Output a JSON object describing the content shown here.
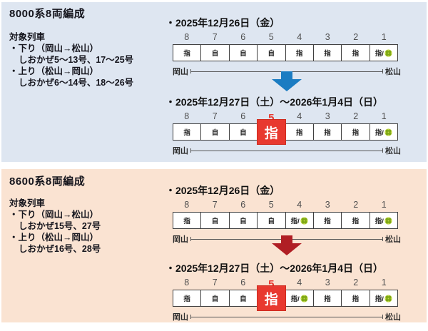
{
  "page": {
    "background": "#ffffff"
  },
  "legend": {
    "reserved_label": "指",
    "non_reserved_label": "自",
    "green_car_icon": "green-car-clover-icon"
  },
  "colors": {
    "highlight_red": "#e8392f",
    "cell_border": "#3f3f3f",
    "car_number_gray": "#4f4f4f",
    "blue_arrow": "#1b7cc2",
    "dark_red_arrow": "#b01e24"
  },
  "sections": [
    {
      "title": "8000系8両編成",
      "bg_color": "#dee6f1",
      "arrow_color": "#1b7cc2",
      "target_header": "対象列車",
      "target_lines": [
        "・下り（岡山→松山）",
        "しおかぜ5～13号、17～25号",
        "・上り（松山→岡山）",
        "しおかぜ6～14号、18～26号"
      ],
      "diagrams": [
        {
          "date": "・2025年12月26日（金）",
          "left_station": "岡山",
          "right_station": "松山",
          "cars": [
            {
              "no": "8",
              "seat": "指"
            },
            {
              "no": "7",
              "seat": "自"
            },
            {
              "no": "6",
              "seat": "自"
            },
            {
              "no": "5",
              "seat": "自"
            },
            {
              "no": "4",
              "seat": "指"
            },
            {
              "no": "3",
              "seat": "指"
            },
            {
              "no": "2",
              "seat": "指"
            },
            {
              "no": "1",
              "seat": "指",
              "green": true
            }
          ]
        },
        {
          "date": "・2025年12月27日（土）～2026年1月4日（日）",
          "left_station": "岡山",
          "right_station": "松山",
          "cars": [
            {
              "no": "8",
              "seat": "指"
            },
            {
              "no": "7",
              "seat": "自"
            },
            {
              "no": "6",
              "seat": "自"
            },
            {
              "no": "5",
              "seat": "指",
              "highlight": true
            },
            {
              "no": "4",
              "seat": "指"
            },
            {
              "no": "3",
              "seat": "指"
            },
            {
              "no": "2",
              "seat": "指"
            },
            {
              "no": "1",
              "seat": "指",
              "green": true
            }
          ]
        }
      ]
    },
    {
      "title": "8600系8両編成",
      "bg_color": "#fae3d2",
      "arrow_color": "#b01e24",
      "target_header": "対象列車",
      "target_lines": [
        "・下り（岡山→松山）",
        "しおかぜ15号、27号",
        "・上り（松山→岡山）",
        "しおかぜ16号、28号"
      ],
      "diagrams": [
        {
          "date": "・2025年12月26日（金）",
          "left_station": "岡山",
          "right_station": "松山",
          "cars": [
            {
              "no": "8",
              "seat": "指"
            },
            {
              "no": "7",
              "seat": "自"
            },
            {
              "no": "6",
              "seat": "自"
            },
            {
              "no": "5",
              "seat": "自"
            },
            {
              "no": "4",
              "seat": "指",
              "green": true
            },
            {
              "no": "3",
              "seat": "指"
            },
            {
              "no": "2",
              "seat": "指"
            },
            {
              "no": "1",
              "seat": "指",
              "green": true
            }
          ]
        },
        {
          "date": "・2025年12月27日（土）～2026年1月4日（日）",
          "left_station": "岡山",
          "right_station": "松山",
          "cars": [
            {
              "no": "8",
              "seat": "指"
            },
            {
              "no": "7",
              "seat": "自"
            },
            {
              "no": "6",
              "seat": "自"
            },
            {
              "no": "5",
              "seat": "指",
              "highlight": true
            },
            {
              "no": "4",
              "seat": "指",
              "green": true
            },
            {
              "no": "3",
              "seat": "指"
            },
            {
              "no": "2",
              "seat": "指"
            },
            {
              "no": "1",
              "seat": "指",
              "green": true
            }
          ]
        }
      ]
    }
  ]
}
